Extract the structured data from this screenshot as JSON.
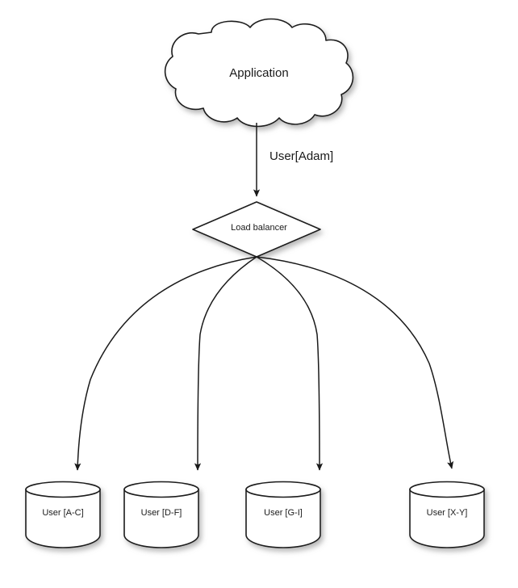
{
  "diagram": {
    "title": "Load balancer user sharding diagram",
    "background_color": "#ffffff",
    "stroke_color": "#1a1a1a",
    "fill_color": "#ffffff",
    "text_color": "#1a1a1a",
    "nodes": {
      "cloud": {
        "shape": "cloud",
        "label": "Application"
      },
      "balancer": {
        "shape": "diamond",
        "label": "Load balancer"
      },
      "databases": [
        {
          "shape": "cylinder",
          "label": "User [A-C]"
        },
        {
          "shape": "cylinder",
          "label": "User [D-F]"
        },
        {
          "shape": "cylinder",
          "label": "User [G-I]"
        },
        {
          "shape": "cylinder",
          "label": "User [X-Y]"
        }
      ]
    },
    "edges": [
      {
        "from": "cloud",
        "to": "balancer",
        "label": "User[Adam]",
        "style": "straight-arrow"
      },
      {
        "from": "balancer",
        "to": "database-0",
        "label": "",
        "style": "curved-arrow"
      },
      {
        "from": "balancer",
        "to": "database-1",
        "label": "",
        "style": "curved-arrow"
      },
      {
        "from": "balancer",
        "to": "database-2",
        "label": "",
        "style": "curved-arrow"
      },
      {
        "from": "balancer",
        "to": "database-3",
        "label": "",
        "style": "curved-arrow"
      }
    ]
  }
}
